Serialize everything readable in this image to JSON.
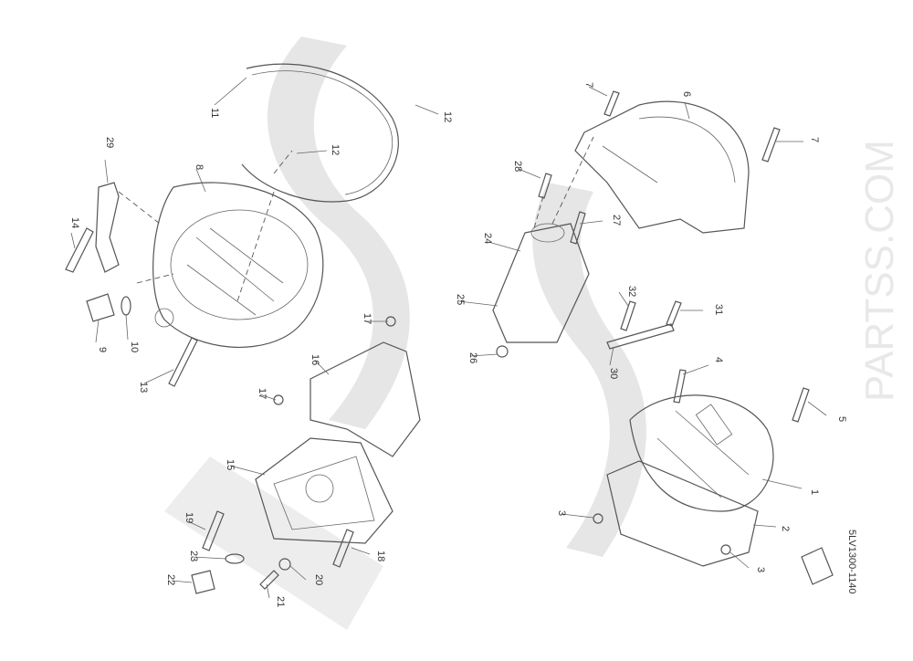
{
  "watermark": "PARTSS.COM",
  "drawing_code": "5LV1300-1140",
  "colors": {
    "line": "#555555",
    "watermark": "#e6e6e6",
    "background": "#ffffff"
  },
  "callouts": [
    {
      "id": "c11",
      "text": "11"
    },
    {
      "id": "c12a",
      "text": "12"
    },
    {
      "id": "c12b",
      "text": "12"
    },
    {
      "id": "c29",
      "text": "29"
    },
    {
      "id": "c8",
      "text": "8"
    },
    {
      "id": "c14",
      "text": "14"
    },
    {
      "id": "c9",
      "text": "9"
    },
    {
      "id": "c10",
      "text": "10"
    },
    {
      "id": "c13",
      "text": "13"
    },
    {
      "id": "c7a",
      "text": "7"
    },
    {
      "id": "c6",
      "text": "6"
    },
    {
      "id": "c7b",
      "text": "7"
    },
    {
      "id": "c28",
      "text": "28"
    },
    {
      "id": "c27",
      "text": "27"
    },
    {
      "id": "c24",
      "text": "24"
    },
    {
      "id": "c25",
      "text": "25"
    },
    {
      "id": "c32",
      "text": "32"
    },
    {
      "id": "c31",
      "text": "31"
    },
    {
      "id": "c26",
      "text": "26"
    },
    {
      "id": "c30",
      "text": "30"
    },
    {
      "id": "c17a",
      "text": "17"
    },
    {
      "id": "c16",
      "text": "16"
    },
    {
      "id": "c17b",
      "text": "17"
    },
    {
      "id": "c4",
      "text": "4"
    },
    {
      "id": "c5",
      "text": "5"
    },
    {
      "id": "c15",
      "text": "15"
    },
    {
      "id": "c1",
      "text": "1"
    },
    {
      "id": "c19",
      "text": "19"
    },
    {
      "id": "c3a",
      "text": "3"
    },
    {
      "id": "c2",
      "text": "2"
    },
    {
      "id": "c23",
      "text": "23"
    },
    {
      "id": "c18",
      "text": "18"
    },
    {
      "id": "c3b",
      "text": "3"
    },
    {
      "id": "c22",
      "text": "22"
    },
    {
      "id": "c20",
      "text": "20"
    },
    {
      "id": "c21",
      "text": "21"
    }
  ]
}
